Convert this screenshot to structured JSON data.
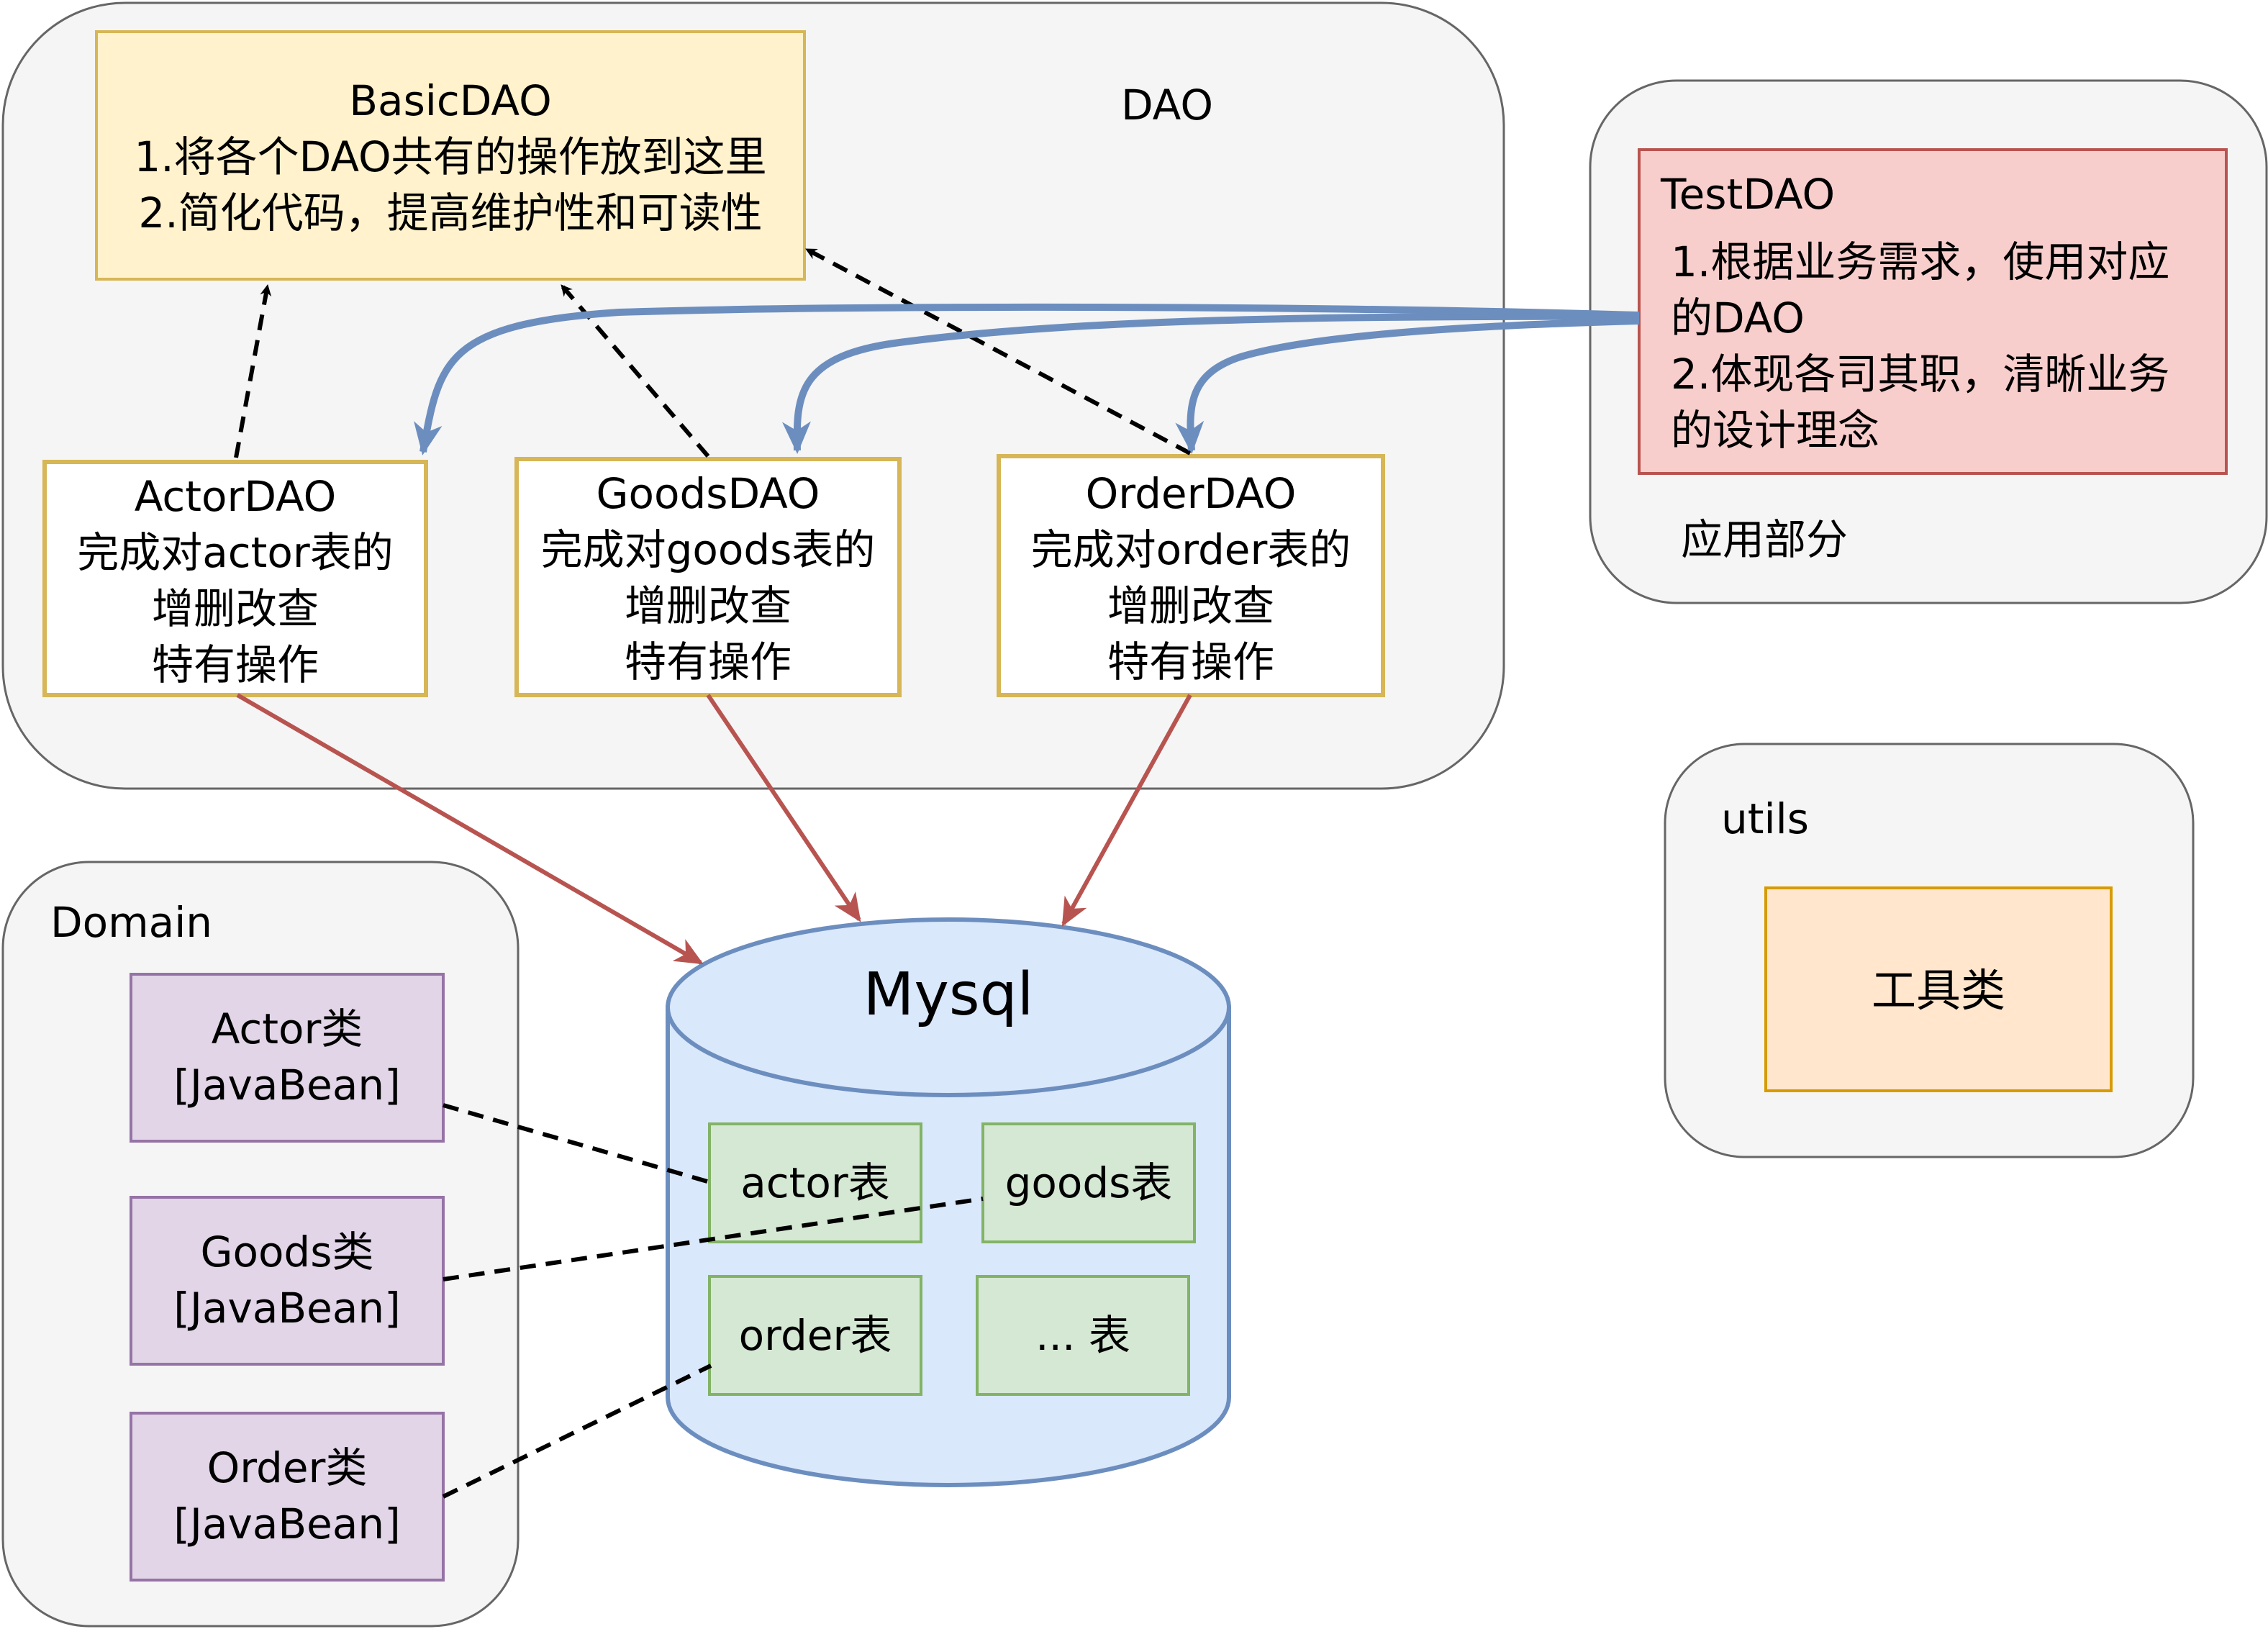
{
  "colors": {
    "group_fill": "#f5f5f5",
    "group_stroke": "#666666",
    "basic_fill": "#fff2cc",
    "basic_stroke": "#d6b656",
    "dao_fill": "#ffffff",
    "dao_stroke": "#d6b656",
    "test_fill": "#f8cecc",
    "test_stroke": "#b85450",
    "domain_item_fill": "#e1d5e7",
    "domain_item_stroke": "#9673a6",
    "db_fill": "#dae8fc",
    "db_stroke": "#6c8ebf",
    "table_fill": "#d5e8d4",
    "table_stroke": "#82b366",
    "util_fill": "#ffe6cc",
    "util_stroke": "#d79b00",
    "red_arrow": "#b85450",
    "blue_arrow": "#6c8ebf",
    "dashed": "#000000"
  },
  "groups": {
    "dao": "DAO",
    "app": "应用部分",
    "domain": "Domain",
    "utils": "utils"
  },
  "basic_dao": {
    "lines": [
      "BasicDAO",
      "1.将各个DAO共有的操作放到这里",
      "2.简化代码，提高维护性和可读性"
    ]
  },
  "actor_dao": {
    "lines": [
      "ActorDAO",
      "完成对actor表的",
      "增删改查",
      "特有操作"
    ]
  },
  "goods_dao": {
    "lines": [
      "GoodsDAO",
      "完成对goods表的",
      "增删改查",
      "特有操作"
    ]
  },
  "order_dao": {
    "lines": [
      "OrderDAO",
      "完成对order表的",
      "增删改查",
      "特有操作"
    ]
  },
  "test_dao": {
    "lines": [
      "TestDAO",
      "1.根据业务需求，使用对应",
      "的DAO",
      "2.体现各司其职，清晰业务",
      "的设计理念"
    ]
  },
  "domain_items": [
    {
      "lines": [
        "Actor类",
        "[JavaBean]"
      ]
    },
    {
      "lines": [
        "Goods类",
        "[JavaBean]"
      ]
    },
    {
      "lines": [
        "Order类",
        "[JavaBean]"
      ]
    }
  ],
  "database": {
    "name": "Mysql",
    "tables": [
      "actor表",
      "goods表",
      "order表",
      "... 表"
    ]
  },
  "utils_item": "工具类"
}
